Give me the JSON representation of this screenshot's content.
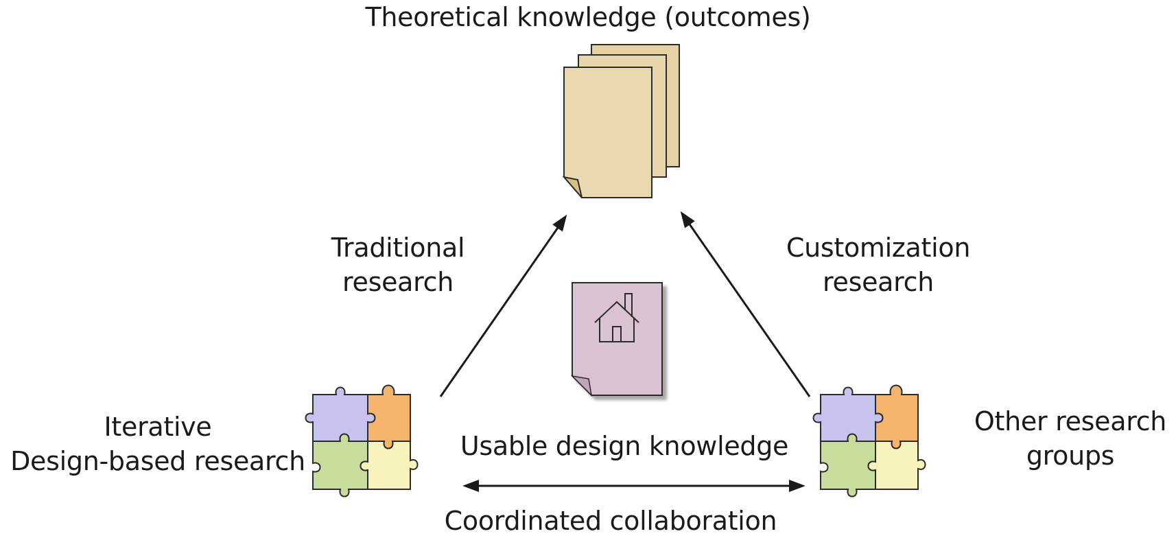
{
  "title": "Theoretical knowledge (outcomes)",
  "labels": {
    "traditional_line1": "Traditional",
    "traditional_line2": "research",
    "customization_line1": "Customization",
    "customization_line2": "research",
    "iterative_line1": "Iterative",
    "iterative_line2": "Design-based research",
    "other_line1": "Other research",
    "other_line2": "groups",
    "usable": "Usable design knowledge",
    "coordinated": "Coordinated collaboration"
  },
  "colors": {
    "paper_fill": "#e8d6aa",
    "paper_stroke": "#2b2b2b",
    "house_doc_fill": "#d9c3d2",
    "puzzle_purple": "#c6c3ee",
    "puzzle_orange": "#f5b46c",
    "puzzle_green": "#c8dd9c",
    "puzzle_yellow": "#f8f3bd"
  },
  "icons": [
    "stacked-paper-documents-icon",
    "house-document-icon",
    "puzzle-pieces-icon"
  ]
}
